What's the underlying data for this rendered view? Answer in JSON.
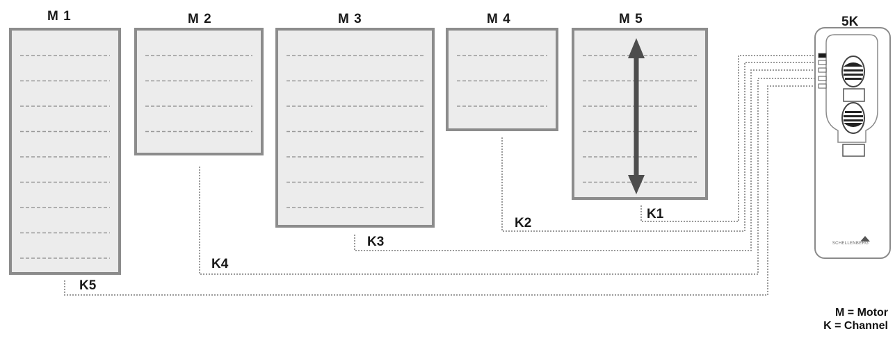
{
  "motors": [
    {
      "id": "m1",
      "label": "M 1",
      "stripes": 9
    },
    {
      "id": "m2",
      "label": "M 2",
      "stripes": 4
    },
    {
      "id": "m3",
      "label": "M 3",
      "stripes": 7
    },
    {
      "id": "m4",
      "label": "M 4",
      "stripes": 3
    },
    {
      "id": "m5",
      "label": "M 5",
      "stripes": 6
    }
  ],
  "channels": [
    {
      "id": "k1",
      "label": "K1",
      "motor": "M 5"
    },
    {
      "id": "k2",
      "label": "K2",
      "motor": "M 4"
    },
    {
      "id": "k3",
      "label": "K3",
      "motor": "M 3"
    },
    {
      "id": "k4",
      "label": "K4",
      "motor": "M 2"
    },
    {
      "id": "k5",
      "label": "K5",
      "motor": "M 1"
    }
  ],
  "remote": {
    "label": "5K",
    "brand": "SCHELLENBERG",
    "selected_channel": "K1"
  },
  "legend": {
    "motor": "M = Motor",
    "channel": "K = Channel"
  },
  "icons": {
    "up": "up-button-icon",
    "down": "down-button-icon",
    "arrow": "double-arrow-icon"
  },
  "colors": {
    "frame": "#8c8c8c",
    "fill": "#ececec",
    "stripe": "#9a9a9a",
    "wire": "#9a9a9a",
    "arrow": "#4d4d4d"
  }
}
